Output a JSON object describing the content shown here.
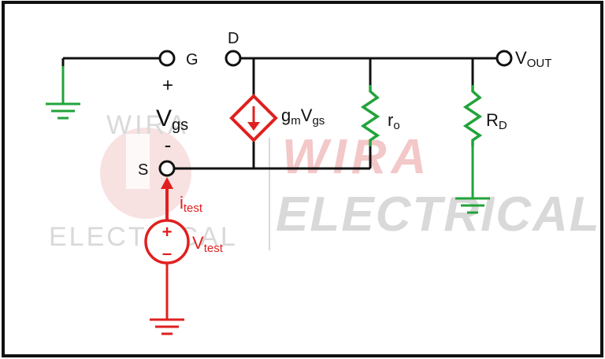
{
  "colors": {
    "wire": "#111111",
    "resistor": "#22a33a",
    "ground": "#22a33a",
    "source": "#e02020",
    "watermark_red": "#f3c8c8",
    "watermark_gray": "#d9d9d9"
  },
  "watermark": {
    "small_top": "WIRA",
    "small_bottom": "ELECTRICAL",
    "large_top": "WIRA",
    "large_bottom": "ELECTRICAL"
  },
  "labels": {
    "gate": "G",
    "drain": "D",
    "source": "S",
    "vout_main": "V",
    "vout_sub": "OUT",
    "vgs_plus": "+",
    "vgs_main": "V",
    "vgs_sub": "gs",
    "vgs_minus": "-",
    "gm_g": "g",
    "gm_m": "m",
    "gm_v": "V",
    "gm_gs": "gs",
    "ro_main": "r",
    "ro_sub": "o",
    "rd_main": "R",
    "rd_sub": "D",
    "itest_main": "i",
    "itest_sub": "test",
    "vtest_main": "V",
    "vtest_sub": "test",
    "src_plus": "+",
    "src_minus": "–"
  }
}
